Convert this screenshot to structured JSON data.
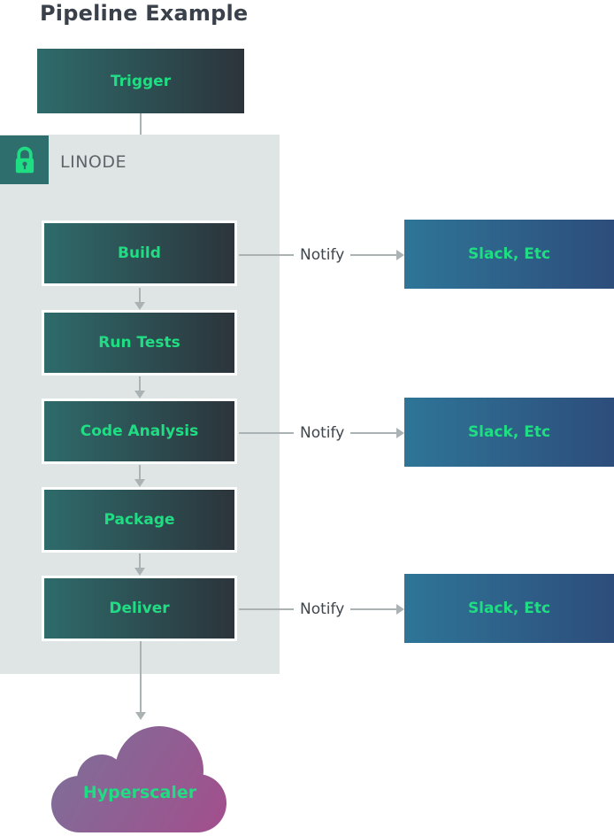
{
  "title": "Pipeline Example",
  "trigger": {
    "label": "Trigger"
  },
  "linode": {
    "label": "LINODE",
    "badge_icon": "padlock-icon"
  },
  "pipeline": {
    "steps": [
      {
        "label": "Build"
      },
      {
        "label": "Run Tests"
      },
      {
        "label": "Code Analysis"
      },
      {
        "label": "Package"
      },
      {
        "label": "Deliver"
      }
    ]
  },
  "notify_rows": [
    {
      "label": "Notify",
      "target": "Slack, Etc",
      "from_step": "Build"
    },
    {
      "label": "Notify",
      "target": "Slack, Etc",
      "from_step": "Code Analysis"
    },
    {
      "label": "Notify",
      "target": "Slack, Etc",
      "from_step": "Deliver"
    }
  ],
  "cloud": {
    "label": "Hyperscaler"
  },
  "colors": {
    "accent_green": "#1fdd82",
    "title_color": "#3a414b",
    "node_gradient_left": "#2e6b6b",
    "node_gradient_right": "#2c343b",
    "slack_gradient_left": "#2e7597",
    "slack_gradient_right": "#2d4d7b",
    "cloud_gradient_start": "#7b719a",
    "cloud_gradient_end": "#a34e8c",
    "container_bg": "#dfe5e4",
    "lock_badge_bg": "#2e6f6e",
    "arrow_color": "#abb2b3",
    "muted_label_color": "#5d656a",
    "notify_text_color": "#3f464c"
  }
}
